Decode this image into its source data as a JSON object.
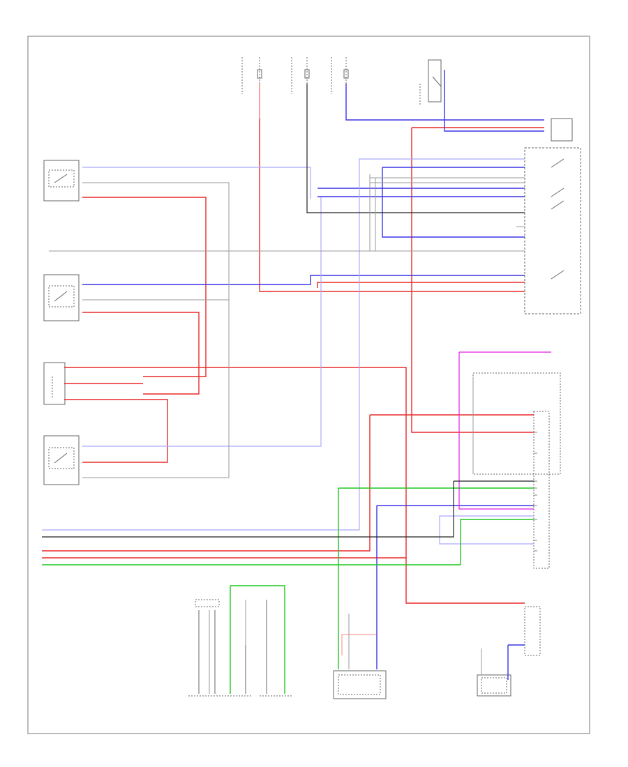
{
  "page_label": "",
  "colors": {
    "blue": "#3a34e6",
    "red": "#ea2a2a",
    "green": "#1fc71f",
    "magenta": "#e11fe1",
    "black": "#222222",
    "gray": "#9a9a9a",
    "light_blue": "#a9a9ff",
    "light_red": "#ff9a9a",
    "frame": "#555555"
  },
  "components": [
    {
      "id": "front-pass-door-lock-switch",
      "kind": "switch-box"
    },
    {
      "id": "rear-right-door-switch",
      "kind": "switch-box"
    },
    {
      "id": "rear-left-door-switch",
      "kind": "switch-box"
    },
    {
      "id": "left-door-switch",
      "kind": "switch-box"
    },
    {
      "id": "center-relay-block",
      "kind": "relay-block"
    },
    {
      "id": "multiplex-control-module",
      "kind": "connector-strip"
    },
    {
      "id": "body-control-module",
      "kind": "connector-strip"
    },
    {
      "id": "combination-meter",
      "kind": "ground-set"
    },
    {
      "id": "ambient-temp-sensor",
      "kind": "ground-set"
    },
    {
      "id": "back-door-lock-unit",
      "kind": "lock-module"
    },
    {
      "id": "power-door-lock-motor",
      "kind": "lock-module"
    },
    {
      "id": "fuse-set-top",
      "kind": "fuse-group"
    }
  ],
  "notes": []
}
